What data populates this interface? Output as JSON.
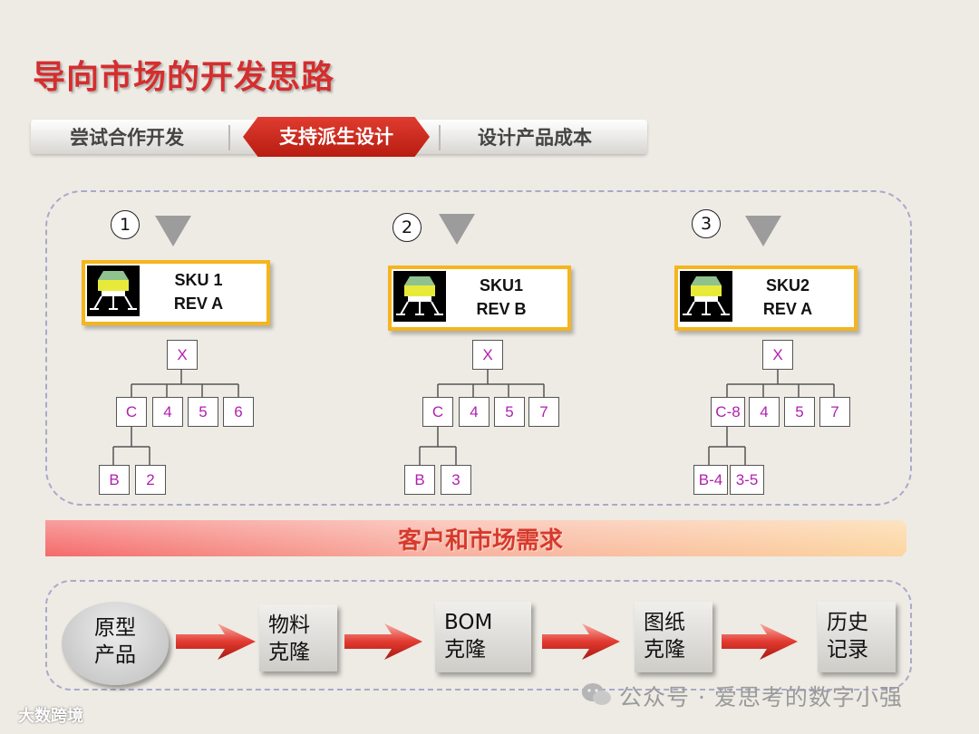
{
  "title": "导向市场的开发思路",
  "tabs": [
    "尝试合作开发",
    "支持派生设计",
    "设计产品成本"
  ],
  "active_tab": "支持派生设计",
  "scenarios": [
    {
      "num": "1",
      "sku": "SKU 1",
      "rev": "REV A",
      "root": "X",
      "level1": [
        "C",
        "4",
        "5",
        "6"
      ],
      "level2": [
        "B",
        "2"
      ]
    },
    {
      "num": "2",
      "sku": "SKU1",
      "rev": "REV B",
      "root": "X",
      "level1": [
        "C",
        "4",
        "5",
        "7"
      ],
      "level2": [
        "B",
        "3"
      ]
    },
    {
      "num": "3",
      "sku": "SKU2",
      "rev": "REV A",
      "root": "X",
      "level1": [
        "C-8",
        "4",
        "5",
        "7"
      ],
      "level2": [
        "B-4",
        "3-5"
      ]
    }
  ],
  "market_label": "客户和市场需求",
  "process": {
    "prototype": [
      "原型",
      "产品"
    ],
    "steps": [
      [
        "物料",
        "克隆"
      ],
      [
        "BOM",
        "克隆"
      ],
      [
        "图纸",
        "克隆"
      ],
      [
        "历史",
        "记录"
      ]
    ]
  },
  "watermark": "公众号 · 爱思考的数字小强",
  "brand": "大数跨境",
  "colors": {
    "title": "#d42e2e",
    "accent": "#f5b51c",
    "node_text": "#b020b0",
    "tab_active": "#c8281c"
  }
}
